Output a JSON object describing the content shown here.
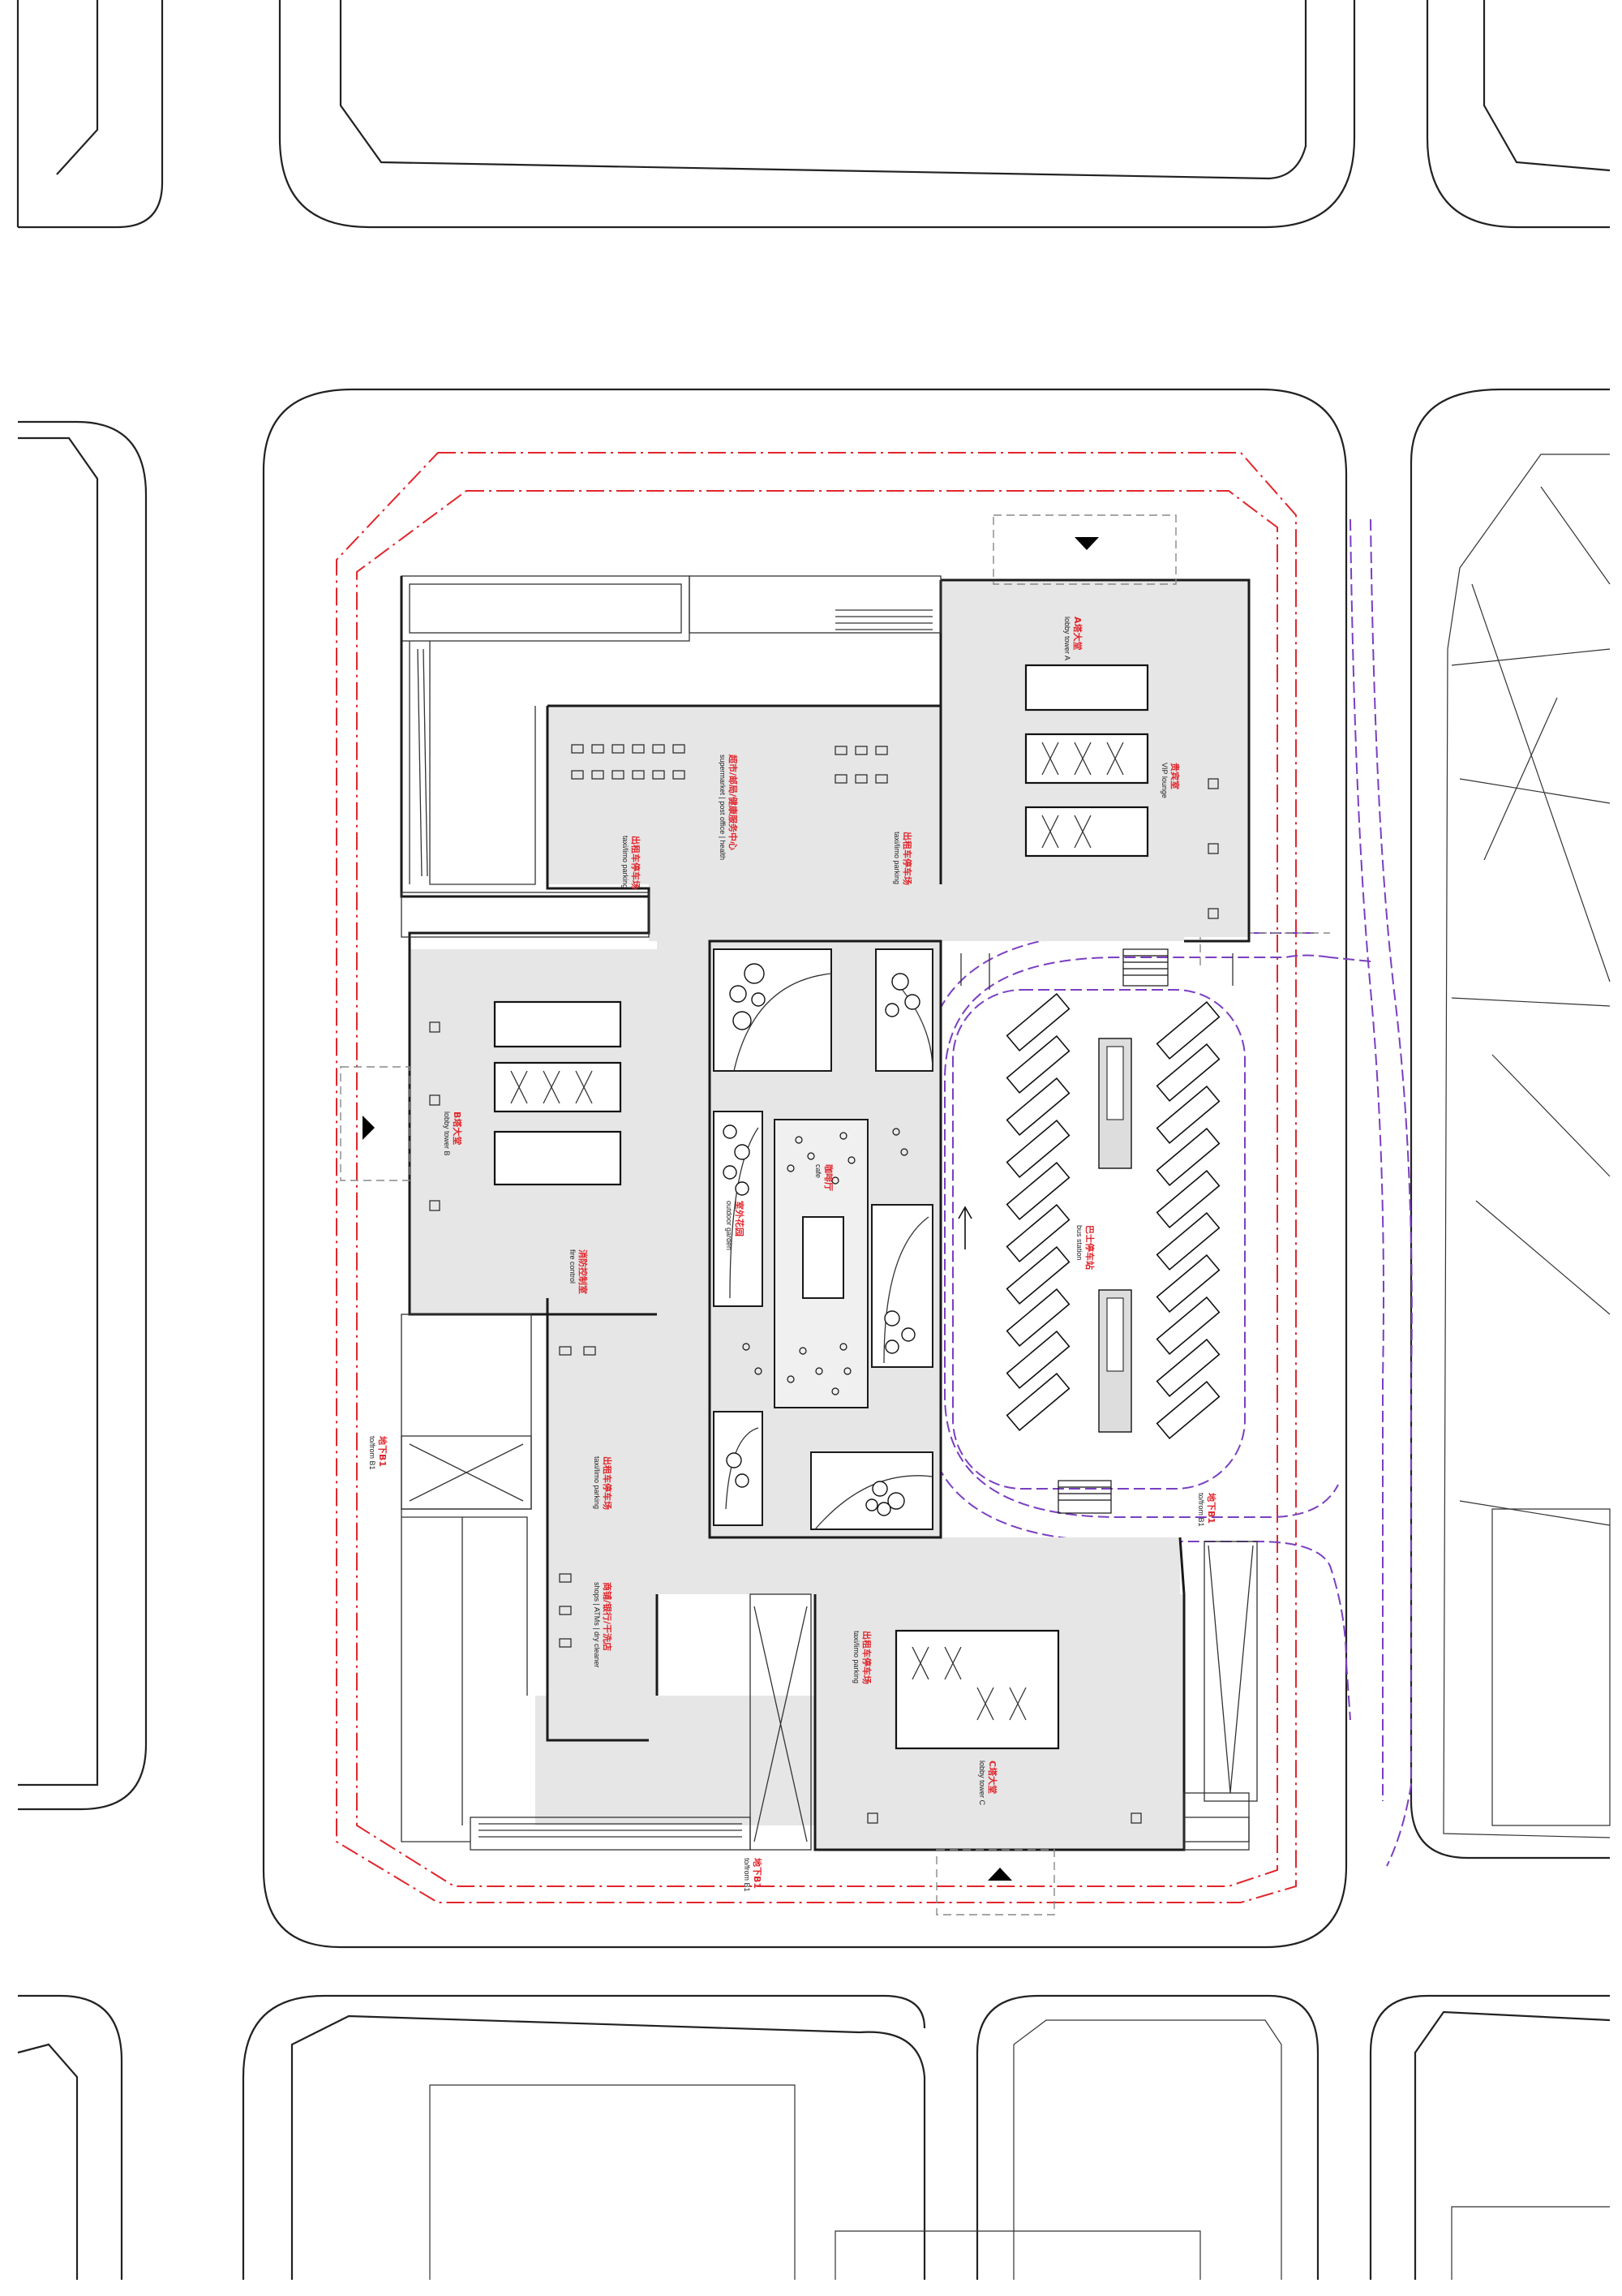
{
  "labels": {
    "lobby_tower_a": {
      "cn": "A塔大堂",
      "en": "lobby tower A"
    },
    "vip_lounge": {
      "cn": "贵宾室",
      "en": "VIP lounge"
    },
    "supermarket": {
      "cn": "超市/邮局/健康服务中心",
      "en": "supermarket | post office | health"
    },
    "taxi_parking_1": {
      "cn": "出租车停车场",
      "en": "taxi/limo parking"
    },
    "taxi_parking_2": {
      "cn": "出租车停车场",
      "en": "taxi/limo parking"
    },
    "lobby_tower_b": {
      "cn": "B塔大堂",
      "en": "lobby tower B"
    },
    "fire_control": {
      "cn": "消防控制室",
      "en": "fire control"
    },
    "outdoor_garden": {
      "cn": "室外花园",
      "en": "outdoor garden"
    },
    "cafe": {
      "cn": "咖啡厅",
      "en": "cafe"
    },
    "bus_station": {
      "cn": "巴士停车站",
      "en": "bus station"
    },
    "taxi_parking_3": {
      "cn": "出租车停车场",
      "en": "taxi/limo parking"
    },
    "shops": {
      "cn": "商铺/银行/干洗店",
      "en": "shops | ATMs | dry cleaner"
    },
    "taxi_parking_4": {
      "cn": "出租车停车场",
      "en": "taxi/limo parking"
    },
    "lobby_tower_c": {
      "cn": "C塔大堂",
      "en": "lobby tower C"
    },
    "ramp_b1_west": {
      "cn": "地下B1",
      "en": "to/from B1"
    },
    "ramp_b1_south": {
      "cn": "地下B1",
      "en": "to/from B1"
    },
    "ramp_b1_east": {
      "cn": "地下B1",
      "en": "to/from B1"
    }
  },
  "symbols": {
    "entry_marker": "triangle-entry-marker",
    "north_arrow": "direction-arrow"
  }
}
